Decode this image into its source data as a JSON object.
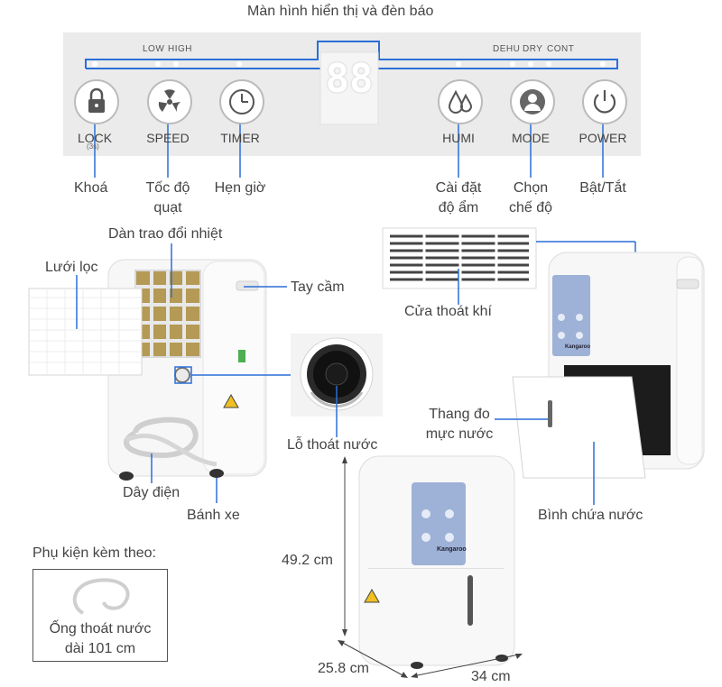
{
  "title": "Màn hình hiển thị và đèn báo",
  "panel": {
    "low": "LOW",
    "high": "HIGH",
    "dehu": "DEHU",
    "dry": "DRY",
    "cont": "CONT",
    "lock_sub": "(3s)",
    "display_digits": "88",
    "buttons": [
      "LOCK",
      "SPEED",
      "TIMER",
      "HUMI",
      "MODE",
      "POWER"
    ]
  },
  "button_labels_vi": {
    "lock": "Khoá",
    "speed_1": "Tốc độ",
    "speed_2": "quạt",
    "timer": "Hẹn giờ",
    "humi_1": "Cài đặt",
    "humi_2": "độ ẩm",
    "mode_1": "Chọn",
    "mode_2": "chế độ",
    "power": "Bật/Tắt"
  },
  "callouts": {
    "heat_exchanger": "Dàn trao đổi nhiệt",
    "filter": "Lưới lọc",
    "handle": "Tay cầm",
    "drain_hole": "Lỗ thoát nước",
    "power_cord": "Dây điện",
    "wheels": "Bánh xe",
    "air_outlet": "Cửa thoát khí",
    "water_gauge_1": "Thang đo",
    "water_gauge_2": "mực nước",
    "water_tank": "Bình chứa nước"
  },
  "accessories": {
    "heading": "Phụ kiện kèm theo:",
    "item_1": "Ống thoát nước",
    "item_2": "dài 101 cm"
  },
  "dimensions": {
    "height": "49.2 cm",
    "depth": "25.8 cm",
    "width": "34 cm"
  },
  "brand": "Kangaroo"
}
